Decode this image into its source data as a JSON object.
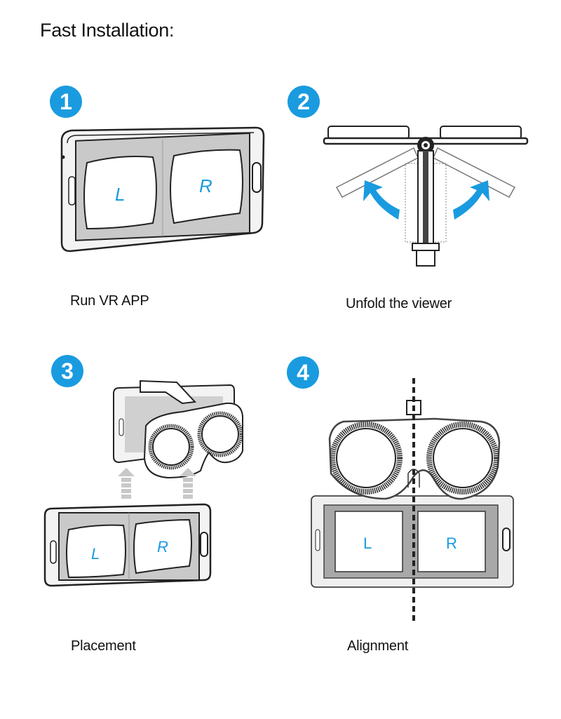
{
  "title": "Fast Installation:",
  "accent_color": "#1a9be0",
  "steps": [
    {
      "number": "1",
      "caption": "Run VR APP",
      "illustration": "phone-with-lr-screens-icon",
      "screen_labels": [
        "L",
        "R"
      ]
    },
    {
      "number": "2",
      "caption": "Unfold the viewer",
      "illustration": "unfolding-viewer-icon"
    },
    {
      "number": "3",
      "caption": "Placement",
      "illustration": "phone-into-viewer-icon",
      "screen_labels": [
        "L",
        "R"
      ]
    },
    {
      "number": "4",
      "caption": "Alignment",
      "illustration": "viewer-aligned-on-phone-icon",
      "screen_labels": [
        "L",
        "R"
      ]
    }
  ]
}
